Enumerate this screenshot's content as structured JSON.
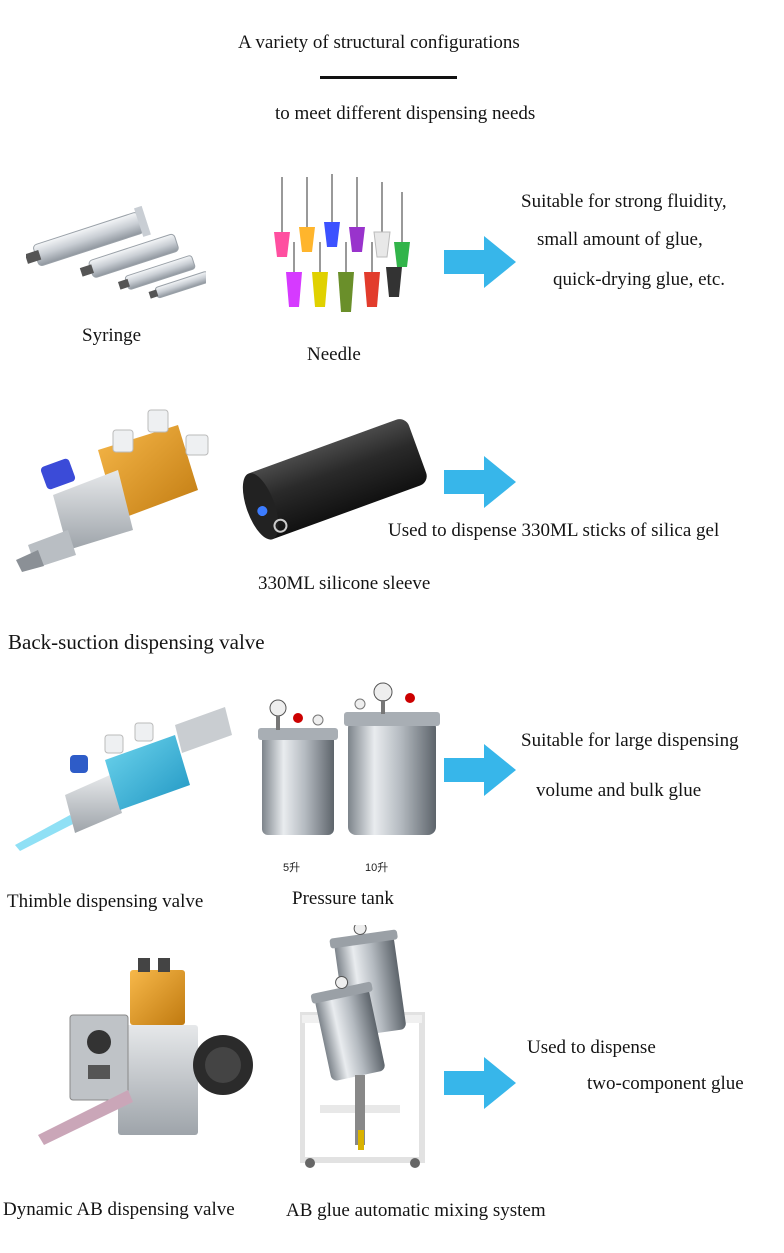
{
  "header": {
    "line1": "A variety of structural configurations",
    "line2": "to meet different dispensing needs"
  },
  "section1": {
    "label_left": "Syringe",
    "label_mid": "Needle",
    "desc": [
      "Suitable for strong fluidity,",
      "small amount of glue,",
      "quick-drying glue, etc."
    ]
  },
  "section2": {
    "label_mid": "330ML silicone sleeve",
    "desc": "Used to dispense 330ML sticks of silica gel",
    "label_below": "Back-suction dispensing valve"
  },
  "section3": {
    "label_left": "Thimble dispensing valve",
    "label_mid": "Pressure tank",
    "tank_small": "5升",
    "tank_large": "10升",
    "desc": [
      "Suitable for large dispensing",
      "volume and bulk glue"
    ]
  },
  "section4": {
    "label_left": "Dynamic AB dispensing valve",
    "label_mid": "AB glue automatic mixing system",
    "desc": [
      "Used to dispense",
      "two-component glue"
    ]
  },
  "colors": {
    "arrow": "#37b6ea",
    "text": "#141414"
  },
  "icons": [
    "arrow-right-icon"
  ]
}
